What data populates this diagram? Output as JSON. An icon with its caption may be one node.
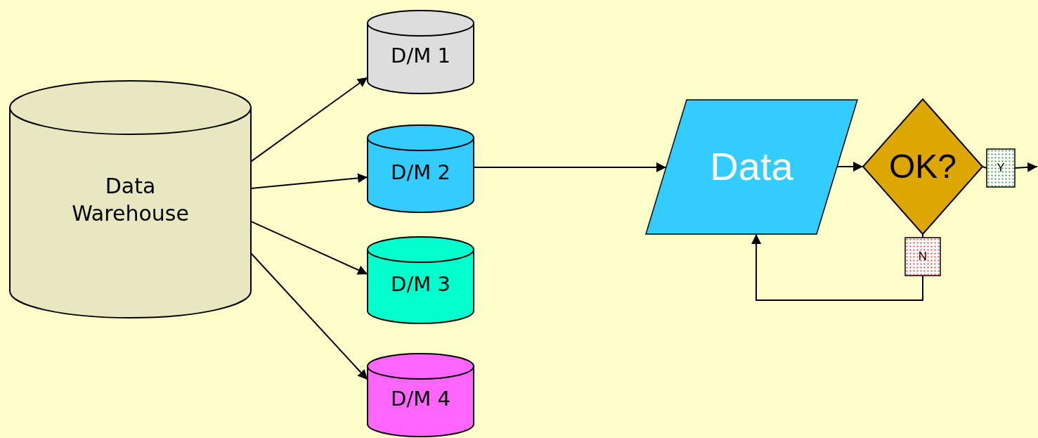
{
  "diagram": {
    "nodes": [
      {
        "text": [
          "Data Warehouse"
        ]
      },
      {
        "text": [
          "D/M 1"
        ]
      },
      {
        "text": [
          "D/M 2"
        ]
      },
      {
        "text": [
          "D/M 3"
        ]
      },
      {
        "text": [
          "D/M 4"
        ]
      },
      {
        "text": [
          "Data"
        ]
      },
      {
        "text": [
          "OK?"
        ]
      },
      {
        "text": [
          "Y"
        ]
      },
      {
        "text": [
          "N"
        ]
      }
    ],
    "edges": [
      {
        "from": 0,
        "to": 1,
        "arrow": "to"
      },
      {
        "from": 0,
        "to": 2,
        "arrow": "to"
      },
      {
        "from": 0,
        "to": 3,
        "arrow": "to"
      },
      {
        "from": 0,
        "to": 4,
        "arrow": "to"
      },
      {
        "from": 2,
        "to": 5,
        "arrow": "to"
      },
      {
        "from": 5,
        "to": 6,
        "arrow": "to"
      },
      {
        "from": 6,
        "to": 7,
        "arrow": "none"
      },
      {
        "from": 7,
        "to": null,
        "arrow": "to"
      },
      {
        "from": 6,
        "to": 8,
        "arrow": "none"
      },
      {
        "from": 8,
        "to": 5,
        "arrow": "to"
      }
    ]
  }
}
